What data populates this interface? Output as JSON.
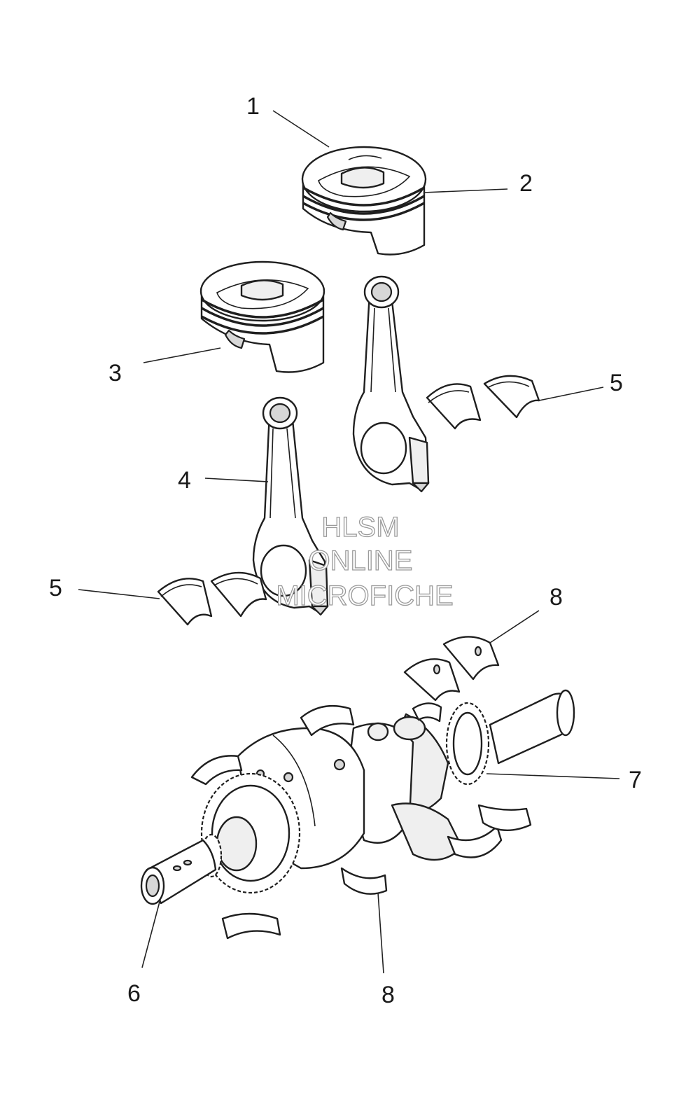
{
  "callouts": {
    "c1": "1",
    "c2": "2",
    "c3": "3",
    "c4": "4",
    "c5a": "5",
    "c5b": "5",
    "c6": "6",
    "c7": "7",
    "c8a": "8",
    "c8b": "8"
  },
  "watermark": {
    "line1": "HLSM",
    "line2": "ONLINE",
    "line3": "MICROFICHE"
  }
}
